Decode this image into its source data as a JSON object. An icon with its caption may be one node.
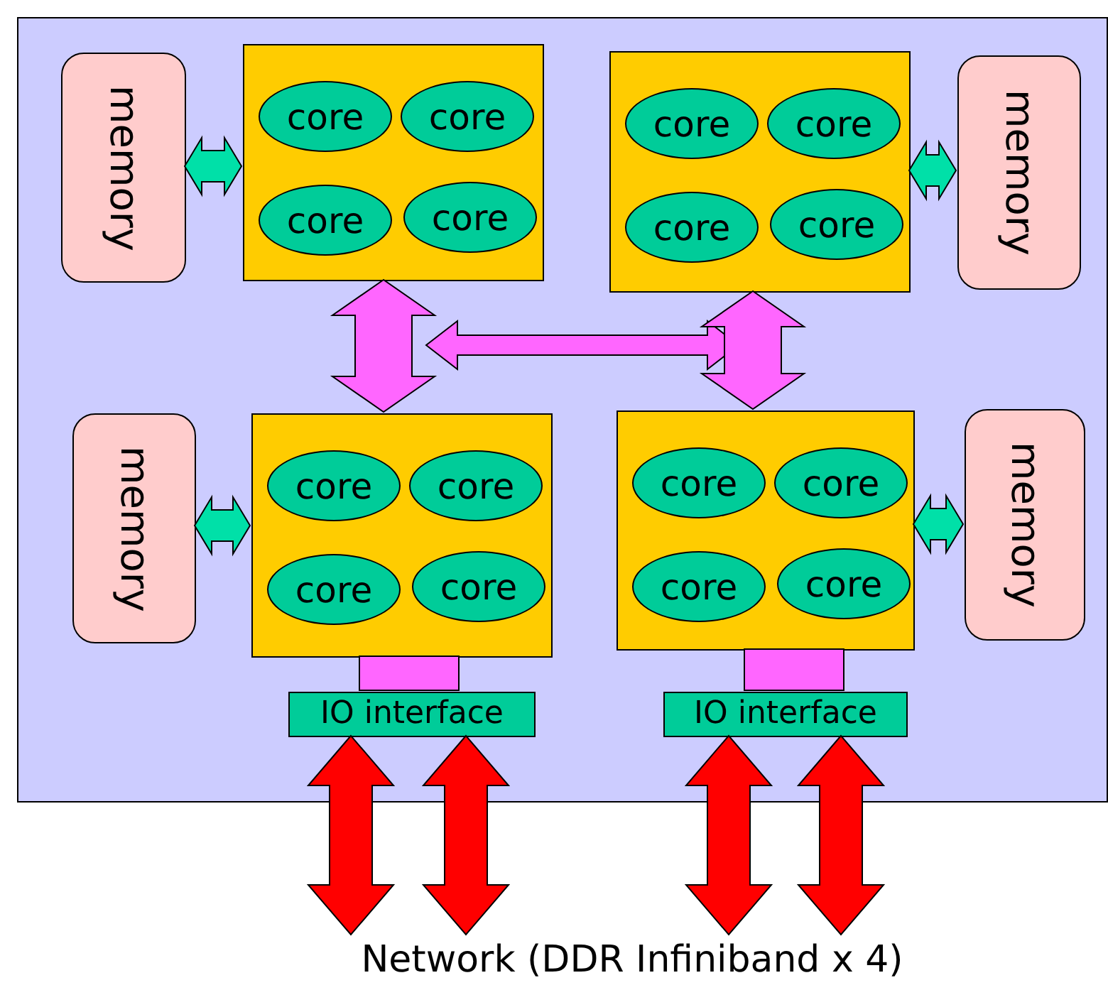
{
  "diagram": {
    "nodes": [
      {
        "text": [],
        "shape": "box"
      },
      {
        "text": [],
        "shape": "box",
        "in": 0
      },
      {
        "text": [
          "core"
        ],
        "in": 1
      },
      {
        "text": [
          "core"
        ],
        "in": 1
      },
      {
        "text": [
          "core"
        ],
        "in": 1
      },
      {
        "text": [
          "core"
        ],
        "in": 1
      },
      {
        "text": [
          "memory"
        ],
        "in": 0
      },
      {
        "text": [],
        "shape": "box",
        "in": 0
      },
      {
        "text": [
          "core"
        ],
        "in": 7
      },
      {
        "text": [
          "core"
        ],
        "in": 7
      },
      {
        "text": [
          "core"
        ],
        "in": 7
      },
      {
        "text": [
          "core"
        ],
        "in": 7
      },
      {
        "text": [
          "memory"
        ],
        "in": 0
      },
      {
        "text": [
          "memory"
        ],
        "in": 0
      },
      {
        "text": [],
        "shape": "box",
        "in": 0
      },
      {
        "text": [
          "core"
        ],
        "in": 14
      },
      {
        "text": [
          "core"
        ],
        "in": 14
      },
      {
        "text": [
          "core"
        ],
        "in": 14
      },
      {
        "text": [
          "core"
        ],
        "in": 14
      },
      {
        "text": [],
        "shape": "box",
        "in": 0
      },
      {
        "text": [
          "core"
        ],
        "in": 19
      },
      {
        "text": [
          "core"
        ],
        "in": 19
      },
      {
        "text": [
          "core"
        ],
        "in": 19
      },
      {
        "text": [
          "core"
        ],
        "in": 19
      },
      {
        "text": [
          "memory"
        ],
        "in": 0
      },
      {
        "text": [
          "IO interface"
        ],
        "in": 0
      },
      {
        "text": [
          "IO interface"
        ],
        "in": 0
      },
      {
        "text": [
          "Network (DDR Infiniband x 4)"
        ]
      }
    ],
    "edges": [
      {
        "from": 6,
        "to": 1,
        "arrow": "both",
        "color": "#00e0a8"
      },
      {
        "from": 7,
        "to": 12,
        "arrow": "both",
        "color": "#00e0a8"
      },
      {
        "from": 13,
        "to": 14,
        "arrow": "both",
        "color": "#00e0a8"
      },
      {
        "from": 19,
        "to": 24,
        "arrow": "both",
        "color": "#00e0a8"
      },
      {
        "from": 1,
        "to": 14,
        "arrow": "both",
        "color": "#ff66ff"
      },
      {
        "from": 7,
        "to": 19,
        "arrow": "both",
        "color": "#ff66ff"
      },
      {
        "from": 14,
        "to": 25,
        "arrow": "none",
        "color": "#ff66ff"
      },
      {
        "from": 19,
        "to": 26,
        "arrow": "none",
        "color": "#ff66ff"
      },
      {
        "from": 25,
        "to": 27,
        "arrow": "both",
        "color": "#ff0000"
      },
      {
        "from": 25,
        "to": 27,
        "arrow": "both",
        "color": "#ff0000"
      },
      {
        "from": 26,
        "to": 27,
        "arrow": "both",
        "color": "#ff0000"
      },
      {
        "from": 26,
        "to": 27,
        "arrow": "both",
        "color": "#ff0000"
      }
    ]
  }
}
